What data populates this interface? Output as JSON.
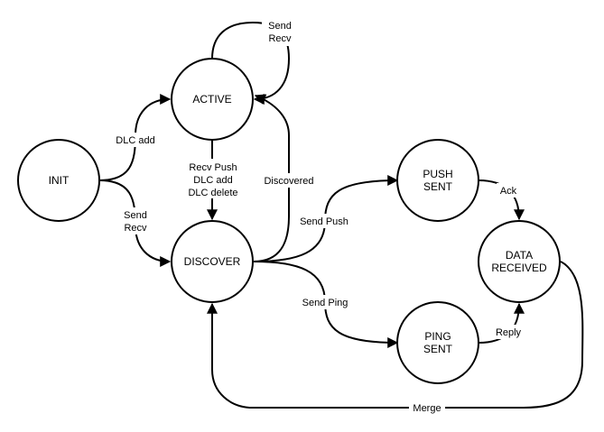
{
  "states": {
    "init": "INIT",
    "active": "ACTIVE",
    "discover": "DISCOVER",
    "push_sent": [
      "PUSH",
      "SENT"
    ],
    "ping_sent": [
      "PING",
      "SENT"
    ],
    "data_received": [
      "DATA",
      "RECEIVED"
    ]
  },
  "transitions": {
    "init_active": "DLC add",
    "init_discover": [
      "Send",
      "Recv"
    ],
    "active_self": [
      "Send",
      "Recv"
    ],
    "active_discover": [
      "Recv Push",
      "DLC add",
      "DLC delete"
    ],
    "discover_active": "Discovered",
    "discover_push": "Send Push",
    "discover_ping": "Send Ping",
    "push_data": "Ack",
    "ping_data": "Reply",
    "data_discover": "Merge"
  }
}
